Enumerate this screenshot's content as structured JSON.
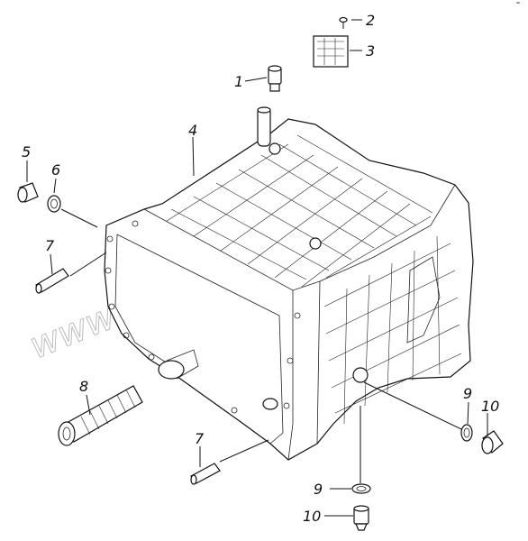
{
  "watermark": "www.sinotruk.kz",
  "corner_mark": "ˉ",
  "callouts": [
    {
      "id": "label-1",
      "text": "1"
    },
    {
      "id": "label-2",
      "text": "2"
    },
    {
      "id": "label-3",
      "text": "3"
    },
    {
      "id": "label-4",
      "text": "4"
    },
    {
      "id": "label-5",
      "text": "5"
    },
    {
      "id": "label-6",
      "text": "6"
    },
    {
      "id": "label-7-upper",
      "text": "7"
    },
    {
      "id": "label-7-lower",
      "text": "7"
    },
    {
      "id": "label-8",
      "text": "8"
    },
    {
      "id": "label-9-right",
      "text": "9"
    },
    {
      "id": "label-10-right",
      "text": "10"
    },
    {
      "id": "label-9-bottom",
      "text": "9"
    },
    {
      "id": "label-10-bottom",
      "text": "10"
    }
  ],
  "parts": [
    {
      "name": "breather-plug",
      "callout": "1"
    },
    {
      "name": "screw",
      "callout": "2"
    },
    {
      "name": "nameplate",
      "callout": "3"
    },
    {
      "name": "gearbox-housing",
      "callout": "4"
    },
    {
      "name": "plug",
      "callout": "5"
    },
    {
      "name": "sealing-ring",
      "callout": "6"
    },
    {
      "name": "dowel-pin",
      "callout": "7"
    },
    {
      "name": "oil-filter-screen",
      "callout": "8"
    },
    {
      "name": "sealing-washer",
      "callout": "9"
    },
    {
      "name": "drain-plug",
      "callout": "10"
    }
  ]
}
